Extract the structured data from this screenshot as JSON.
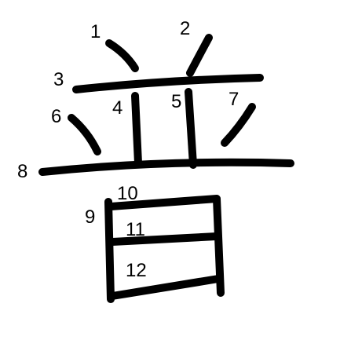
{
  "character": {
    "glyph": "普",
    "stroke_count": 12,
    "stroke_color": "#000000",
    "background_color": "#ffffff",
    "stroke_numbers": [
      "1",
      "2",
      "3",
      "4",
      "5",
      "6",
      "7",
      "8",
      "9",
      "10",
      "11",
      "12"
    ]
  }
}
